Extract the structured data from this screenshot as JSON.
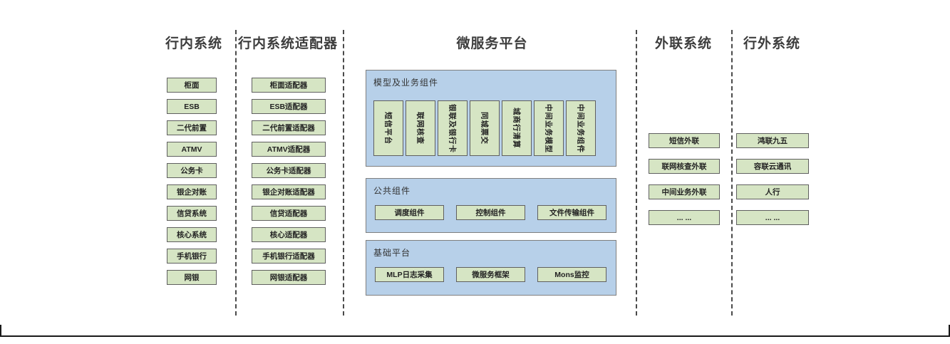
{
  "diagram": {
    "columns": [
      {
        "title": "行内系统",
        "items": [
          "柜面",
          "ESB",
          "二代前置",
          "ATMV",
          "公务卡",
          "银企对账",
          "信贷系统",
          "核心系统",
          "手机银行",
          "网银"
        ]
      },
      {
        "title": "行内系统适配器",
        "items": [
          "柜面适配器",
          "ESB适配器",
          "二代前置适配器",
          "ATMV适配器",
          "公务卡适配器",
          "银企对账适配器",
          "信贷适配器",
          "核心适配器",
          "手机银行适配器",
          "网银适配器"
        ]
      },
      {
        "title": "微服务平台",
        "sections": [
          {
            "label": "模型及业务组件",
            "items": [
              "短信平台",
              "联网核查",
              "银联及银行卡",
              "同城票交",
              "城商行清算",
              "中间业务模型",
              "中间业务组件"
            ]
          },
          {
            "label": "公共组件",
            "items": [
              "调度组件",
              "控制组件",
              "文件传输组件"
            ]
          },
          {
            "label": "基础平台",
            "items": [
              "MLP日志采集",
              "微服务框架",
              "Mons监控"
            ]
          }
        ]
      },
      {
        "title": "外联系统",
        "items": [
          "短信外联",
          "联网核查外联",
          "中间业务外联",
          "... ..."
        ]
      },
      {
        "title": "行外系统",
        "items": [
          "鸿联九五",
          "容联云通讯",
          "人行",
          "... ..."
        ]
      }
    ]
  },
  "colors": {
    "green_fill": "#d6e5c4",
    "green_border": "#5f5f5f",
    "blue_fill": "#b7d0e9",
    "blue_border": "#7f7f7f",
    "title_color": "#3d3d3d",
    "separator_color": "#4a4a4a",
    "frame_color": "#1a1a1a",
    "page_background": "#ffffff"
  }
}
